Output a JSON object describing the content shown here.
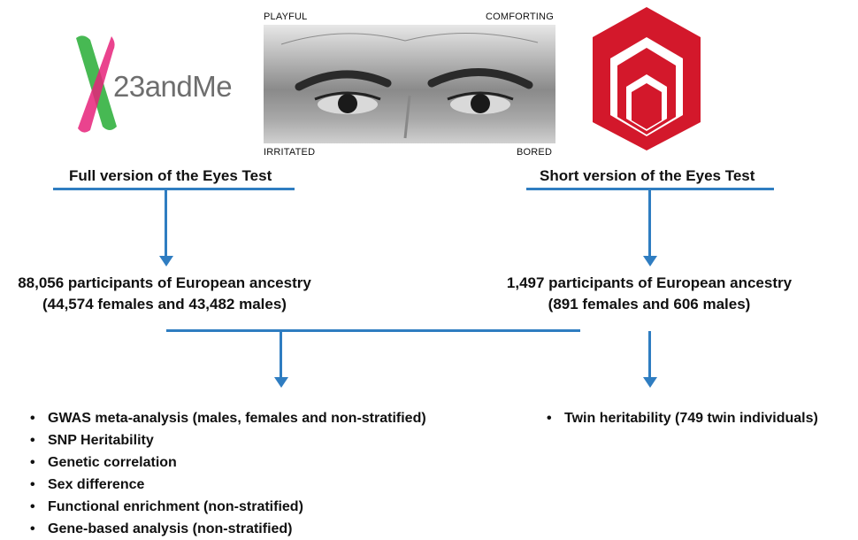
{
  "logos": {
    "left_brand": "23andMe",
    "left_icon": "23andme-x-logo-icon",
    "right_icon": "red-hexagon-logo-icon"
  },
  "photo": {
    "label_top_left": "PLAYFUL",
    "label_top_right": "COMFORTING",
    "label_bottom_left": "IRRITATED",
    "label_bottom_right": "BORED"
  },
  "left_branch": {
    "heading": "Full version of the Eyes Test",
    "count_line1": "88,056 participants of European ancestry",
    "count_line2": "(44,574 females and 43,482 males)",
    "analyses": [
      "GWAS meta-analysis (males, females and non-stratified)",
      "SNP Heritability",
      "Genetic correlation",
      "Sex difference",
      "Functional enrichment (non-stratified)",
      "Gene-based analysis (non-stratified)"
    ]
  },
  "right_branch": {
    "heading": "Short version of the Eyes Test",
    "count_line1": "1,497 participants of European ancestry",
    "count_line2": "(891 females and 606 males)",
    "analyses": [
      "Twin heritability (749 twin individuals)"
    ]
  },
  "colors": {
    "arrow_blue": "#2f7dc1",
    "logo_red": "#d3182b",
    "logo_pink": "#e6227a",
    "logo_green": "#3db54a",
    "brand_gray": "#6e6e6e"
  }
}
